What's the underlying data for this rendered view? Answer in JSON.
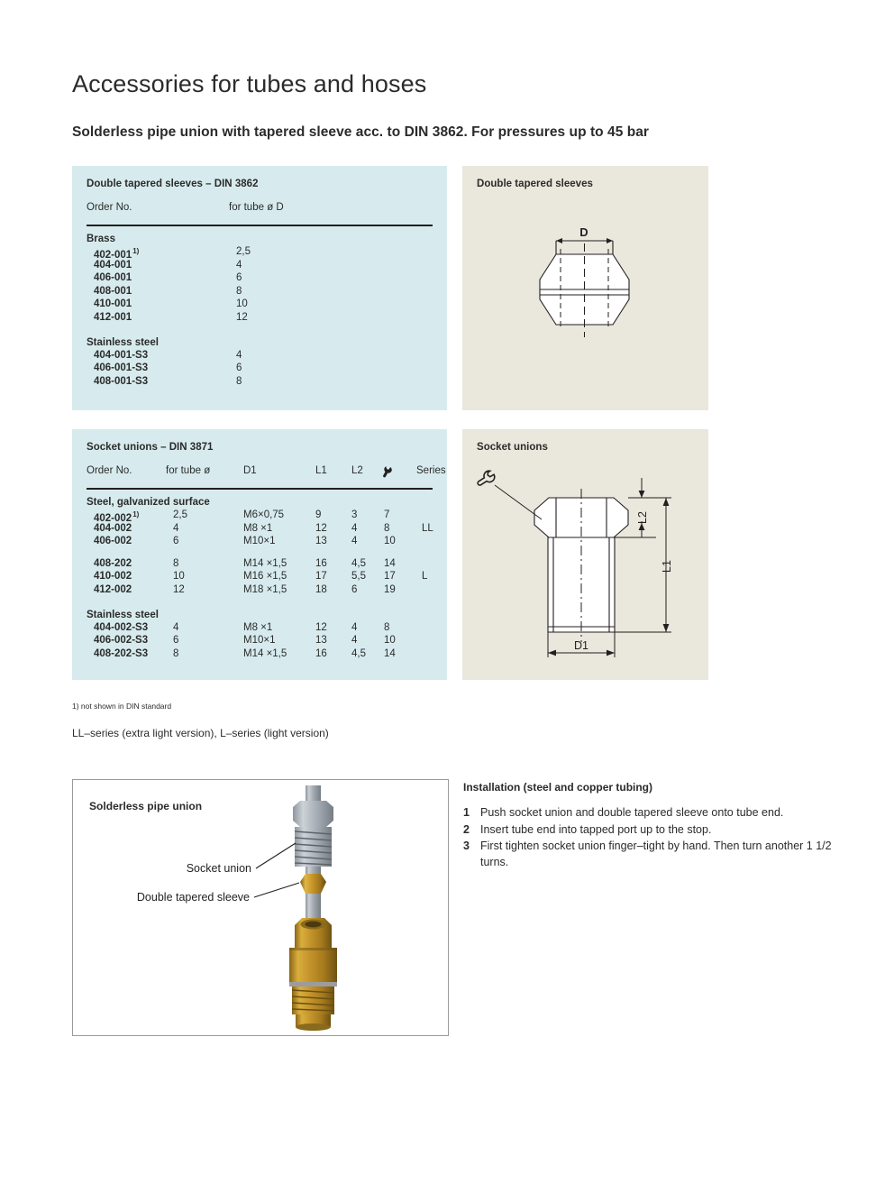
{
  "document": {
    "title": "Accessories for tubes and hoses",
    "subtitle": "Solderless pipe union with tapered sleeve acc. to DIN 3862. For pressures up to 45 bar"
  },
  "colors": {
    "table_panel_bg": "#d7ebee",
    "drawing_panel_bg": "#eae7dc",
    "text": "#2b2b2b",
    "rule": "#231f20",
    "brass": "#c79a2e",
    "steel": "#9aa3ad"
  },
  "table_sleeves": {
    "title": "Double tapered sleeves – DIN 3862",
    "columns": [
      "Order No.",
      "for tube ø D"
    ],
    "groups": [
      {
        "name": "Brass",
        "rows": [
          {
            "order_no": "402-001",
            "footnote": "1)",
            "tube_d": "2,5"
          },
          {
            "order_no": "404-001",
            "footnote": "",
            "tube_d": "4"
          },
          {
            "order_no": "406-001",
            "footnote": "",
            "tube_d": "6"
          },
          {
            "order_no": "408-001",
            "footnote": "",
            "tube_d": "8"
          },
          {
            "order_no": "410-001",
            "footnote": "",
            "tube_d": "10"
          },
          {
            "order_no": "412-001",
            "footnote": "",
            "tube_d": "12"
          }
        ]
      },
      {
        "name": "Stainless steel",
        "rows": [
          {
            "order_no": "404-001-S3",
            "footnote": "",
            "tube_d": "4"
          },
          {
            "order_no": "406-001-S3",
            "footnote": "",
            "tube_d": "6"
          },
          {
            "order_no": "408-001-S3",
            "footnote": "",
            "tube_d": "8"
          }
        ]
      }
    ]
  },
  "table_unions": {
    "title": "Socket unions – DIN  3871",
    "columns": [
      "Order No.",
      "for tube ø",
      "D1",
      "L1",
      "L2",
      "wrench-icon",
      "Series"
    ],
    "groups": [
      {
        "name": "Steel, galvanized surface",
        "rows": [
          {
            "order_no": "402-002",
            "footnote": "1)",
            "tube": "2,5",
            "d1": "M6×0,75",
            "l1": "9",
            "l2": "3",
            "wrench": "7",
            "series": ""
          },
          {
            "order_no": "404-002",
            "footnote": "",
            "tube": "4",
            "d1": "M8 ×1",
            "l1": "12",
            "l2": "4",
            "wrench": "8",
            "series": "LL"
          },
          {
            "order_no": "406-002",
            "footnote": "",
            "tube": "6",
            "d1": "M10×1",
            "l1": "13",
            "l2": "4",
            "wrench": "10",
            "series": ""
          },
          {
            "order_no": "408-202",
            "footnote": "",
            "tube": "8",
            "d1": "M14 ×1,5",
            "l1": "16",
            "l2": "4,5",
            "wrench": "14",
            "series": ""
          },
          {
            "order_no": "410-002",
            "footnote": "",
            "tube": "10",
            "d1": "M16 ×1,5",
            "l1": "17",
            "l2": "5,5",
            "wrench": "17",
            "series": "L"
          },
          {
            "order_no": "412-002",
            "footnote": "",
            "tube": "12",
            "d1": "M18 ×1,5",
            "l1": "18",
            "l2": "6",
            "wrench": "19",
            "series": ""
          }
        ]
      },
      {
        "name": "Stainless steel",
        "rows": [
          {
            "order_no": "404-002-S3",
            "footnote": "",
            "tube": "4",
            "d1": "M8 ×1",
            "l1": "12",
            "l2": "4",
            "wrench": "8",
            "series": ""
          },
          {
            "order_no": "406-002-S3",
            "footnote": "",
            "tube": "6",
            "d1": "M10×1",
            "l1": "13",
            "l2": "4",
            "wrench": "10",
            "series": ""
          },
          {
            "order_no": "408-202-S3",
            "footnote": "",
            "tube": "8",
            "d1": "M14 ×1,5",
            "l1": "16",
            "l2": "4,5",
            "wrench": "14",
            "series": ""
          }
        ]
      }
    ]
  },
  "footnotes": {
    "din": "1) not shown in DIN standard",
    "series": "LL–series (extra light version), L–series (light version)"
  },
  "drawing_sleeves": {
    "title": "Double tapered sleeves",
    "dimension_label": "D"
  },
  "drawing_unions": {
    "title": "Socket unions",
    "dim_d1": "D1",
    "dim_l1": "L1",
    "dim_l2": "L2"
  },
  "photo": {
    "title": "Solderless pipe union",
    "callout_socket_union": "Socket union",
    "callout_sleeve": "Double tapered sleeve"
  },
  "installation": {
    "title": "Installation (steel and copper tubing)",
    "steps": [
      {
        "num": "1",
        "text": "Push socket union and double tapered sleeve onto tube end."
      },
      {
        "num": "2",
        "text": "Insert tube end into tapped port up to the stop."
      },
      {
        "num": "3",
        "text": "First tighten socket union finger–tight by hand. Then turn another 1 1/2 turns."
      }
    ]
  }
}
